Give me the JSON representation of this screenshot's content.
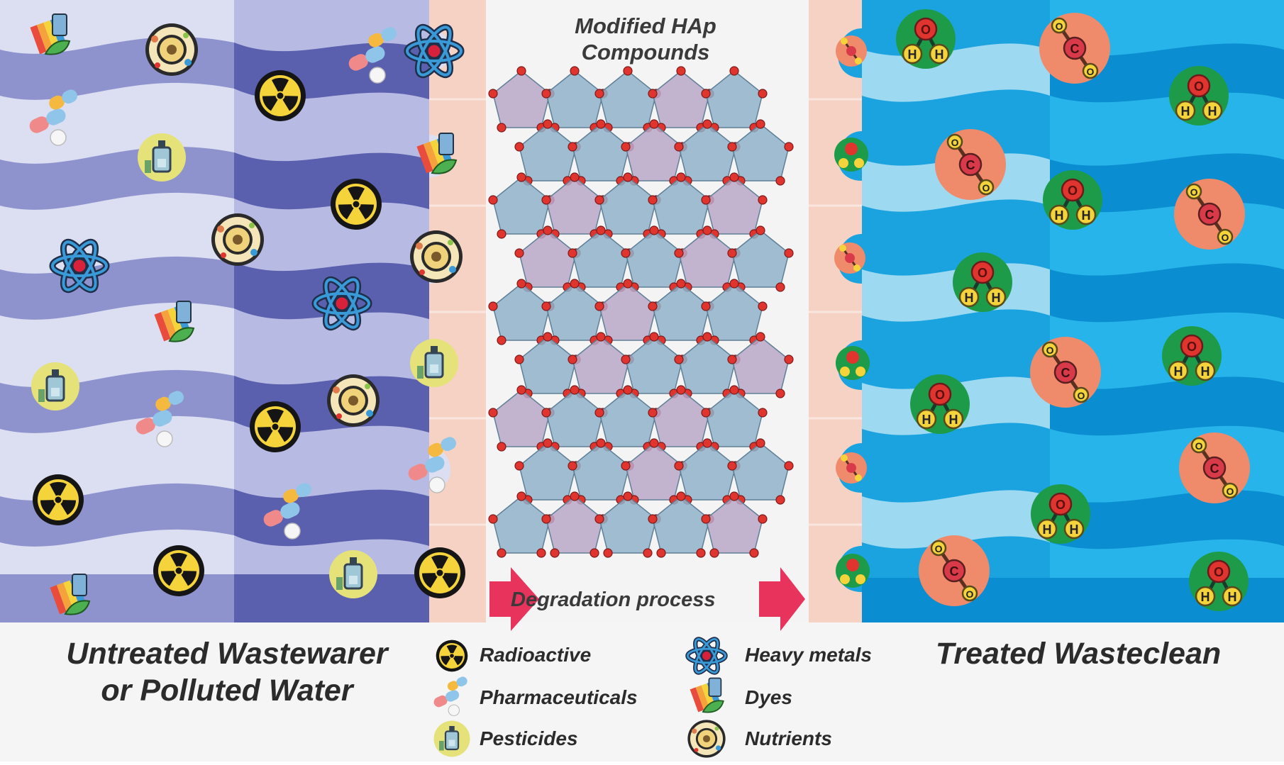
{
  "title": {
    "line1": "Modified HAp",
    "line2": "Compounds"
  },
  "process_label": "Degradation process",
  "left_panel": {
    "line1": "Untreated Wastewarer",
    "line2": "or Polluted Water"
  },
  "right_panel": {
    "line1": "Treated Wasteclean"
  },
  "legend": [
    {
      "label": "Radioactive",
      "icon": "radioactive-icon"
    },
    {
      "label": "Pharmaceuticals",
      "icon": "pills-icon"
    },
    {
      "label": "Pesticides",
      "icon": "pesticide-bottle-icon"
    },
    {
      "label": "Heavy metals",
      "icon": "atom-icon"
    },
    {
      "label": "Dyes",
      "icon": "dye-swatch-icon"
    },
    {
      "label": "Nutrients",
      "icon": "nutrient-cell-icon"
    }
  ],
  "molecules": {
    "water": {
      "o": "O",
      "h": "H"
    },
    "co2": {
      "o": "O",
      "c": "C"
    }
  },
  "colors": {
    "untreated_light": "#dcdff2",
    "untreated_band": "#8f93cd",
    "untreated_dark": "#5a5fae",
    "membrane": "#f6d2c4",
    "treated_light": "#9ed9f2",
    "treated_mid": "#1aa3df",
    "treated_dark": "#0a8ed1",
    "arrow": "#e8335d",
    "crystal": "#8fb2c9",
    "atom_red": "#e0342f",
    "water_green": "#1d9b48",
    "co2_salmon": "#ef8a6a"
  }
}
